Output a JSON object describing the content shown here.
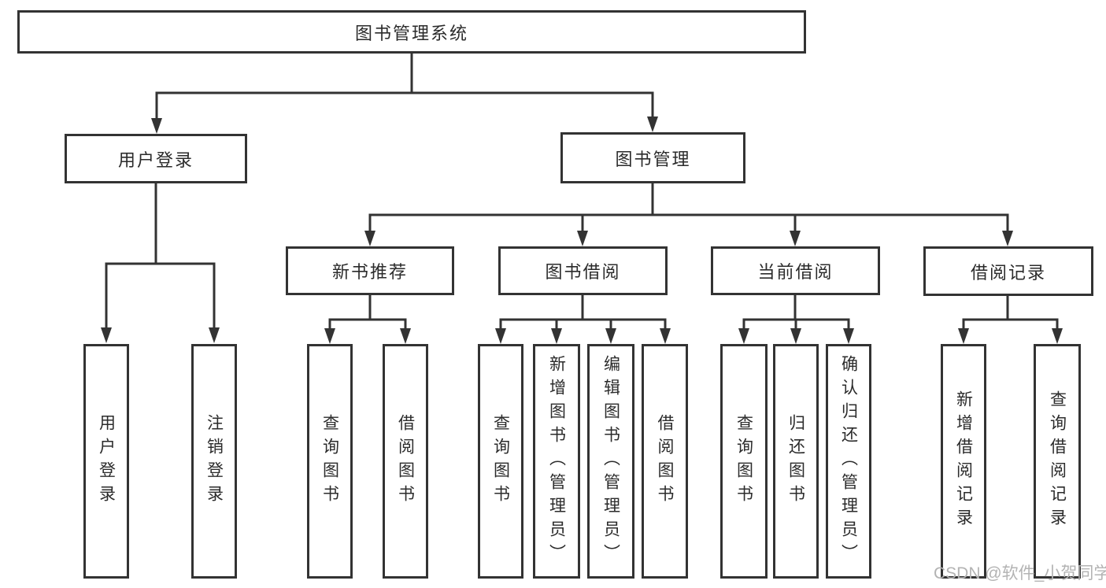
{
  "tree": {
    "label": "图书管理系统",
    "children": [
      {
        "label": "用户登录",
        "children": [
          {
            "label": "用户登录"
          },
          {
            "label": "注销登录"
          }
        ]
      },
      {
        "label": "图书管理",
        "children": [
          {
            "label": "新书推荐",
            "children": [
              {
                "label": "查询图书"
              },
              {
                "label": "借阅图书"
              }
            ]
          },
          {
            "label": "图书借阅",
            "children": [
              {
                "label": "查询图书"
              },
              {
                "label": "新增图书（管理员）"
              },
              {
                "label": "编辑图书（管理员）"
              },
              {
                "label": "借阅图书"
              }
            ]
          },
          {
            "label": "当前借阅",
            "children": [
              {
                "label": "查询图书"
              },
              {
                "label": "归还图书"
              },
              {
                "label": "确认归还（管理员）"
              }
            ]
          },
          {
            "label": "借阅记录",
            "children": [
              {
                "label": "新增借阅记录"
              },
              {
                "label": "查询借阅记录"
              }
            ]
          }
        ]
      }
    ]
  },
  "watermark": "CSDN @软件_小贺同学",
  "colors": {
    "line": "#333333",
    "box_border": "#333333",
    "text": "#2b2b2b",
    "watermark": "#b3b3b3",
    "background": "#ffffff"
  }
}
